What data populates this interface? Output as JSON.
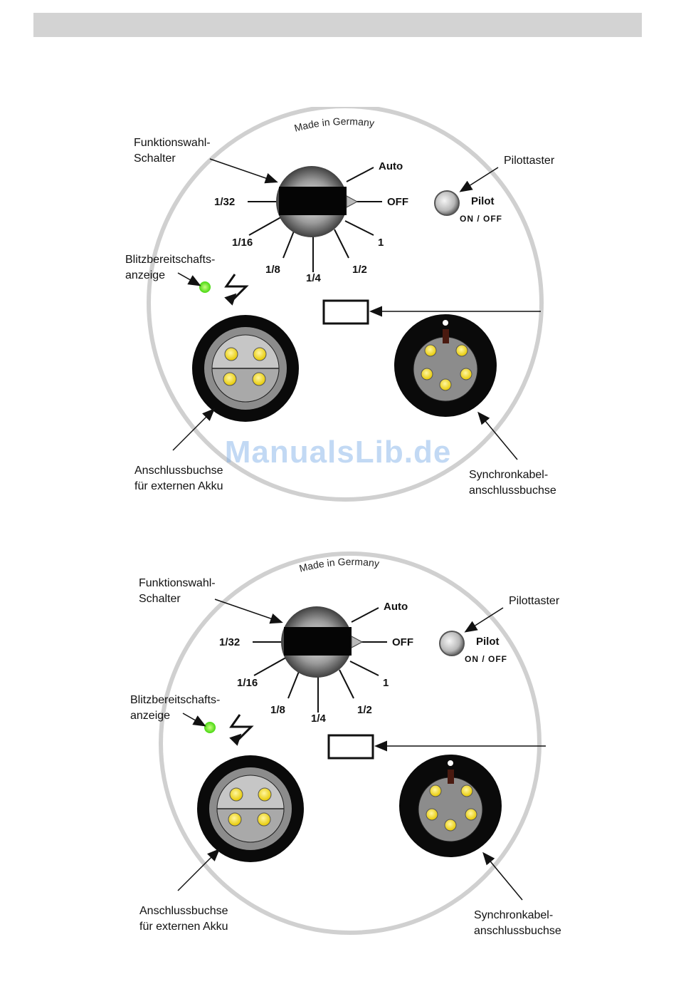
{
  "diagrams": [
    {
      "maker_text": "Made in Germany",
      "selector_label_line1": "Funktionswahl-",
      "selector_label_line2": "Schalter",
      "pilot_label": "Pilottaster",
      "pilot_button_text": "Pilot",
      "pilot_button_sub": "ON / OFF",
      "ready_label_line1": "Blitzbereitschafts-",
      "ready_label_line2": "anzeige",
      "battery_label_line1": "Anschlussbuchse",
      "battery_label_line2": "für externen Akku",
      "sync_label_line1": "Synchronkabel-",
      "sync_label_line2": "anschlussbuchse",
      "positions": {
        "auto": "Auto",
        "off": "OFF",
        "p1_32": "1/32",
        "p1_16": "1/16",
        "p1_8": "1/8",
        "p1_4": "1/4",
        "p1_2": "1/2",
        "p1": "1"
      }
    },
    {
      "maker_text": "Made in Germany",
      "selector_label_line1": "Funktionswahl-",
      "selector_label_line2": "Schalter",
      "pilot_label": "Pilottaster",
      "pilot_button_text": "Pilot",
      "pilot_button_sub": "ON / OFF",
      "ready_label_line1": "Blitzbereitschafts-",
      "ready_label_line2": "anzeige",
      "battery_label_line1": "Anschlussbuchse",
      "battery_label_line2": "für externen Akku",
      "sync_label_line1": "Synchronkabel-",
      "sync_label_line2": "anschlussbuchse",
      "positions": {
        "auto": "Auto",
        "off": "OFF",
        "p1_32": "1/32",
        "p1_16": "1/16",
        "p1_8": "1/8",
        "p1_4": "1/4",
        "p1_2": "1/2",
        "p1": "1"
      }
    }
  ],
  "watermark": "ManualsLib.de",
  "colors": {
    "header_bar": "#d3d3d3",
    "led": "#7dff2a",
    "pin": "#f0e020",
    "panel_outline": "#d0d0d0"
  },
  "icons": [
    "lightning-icon"
  ]
}
